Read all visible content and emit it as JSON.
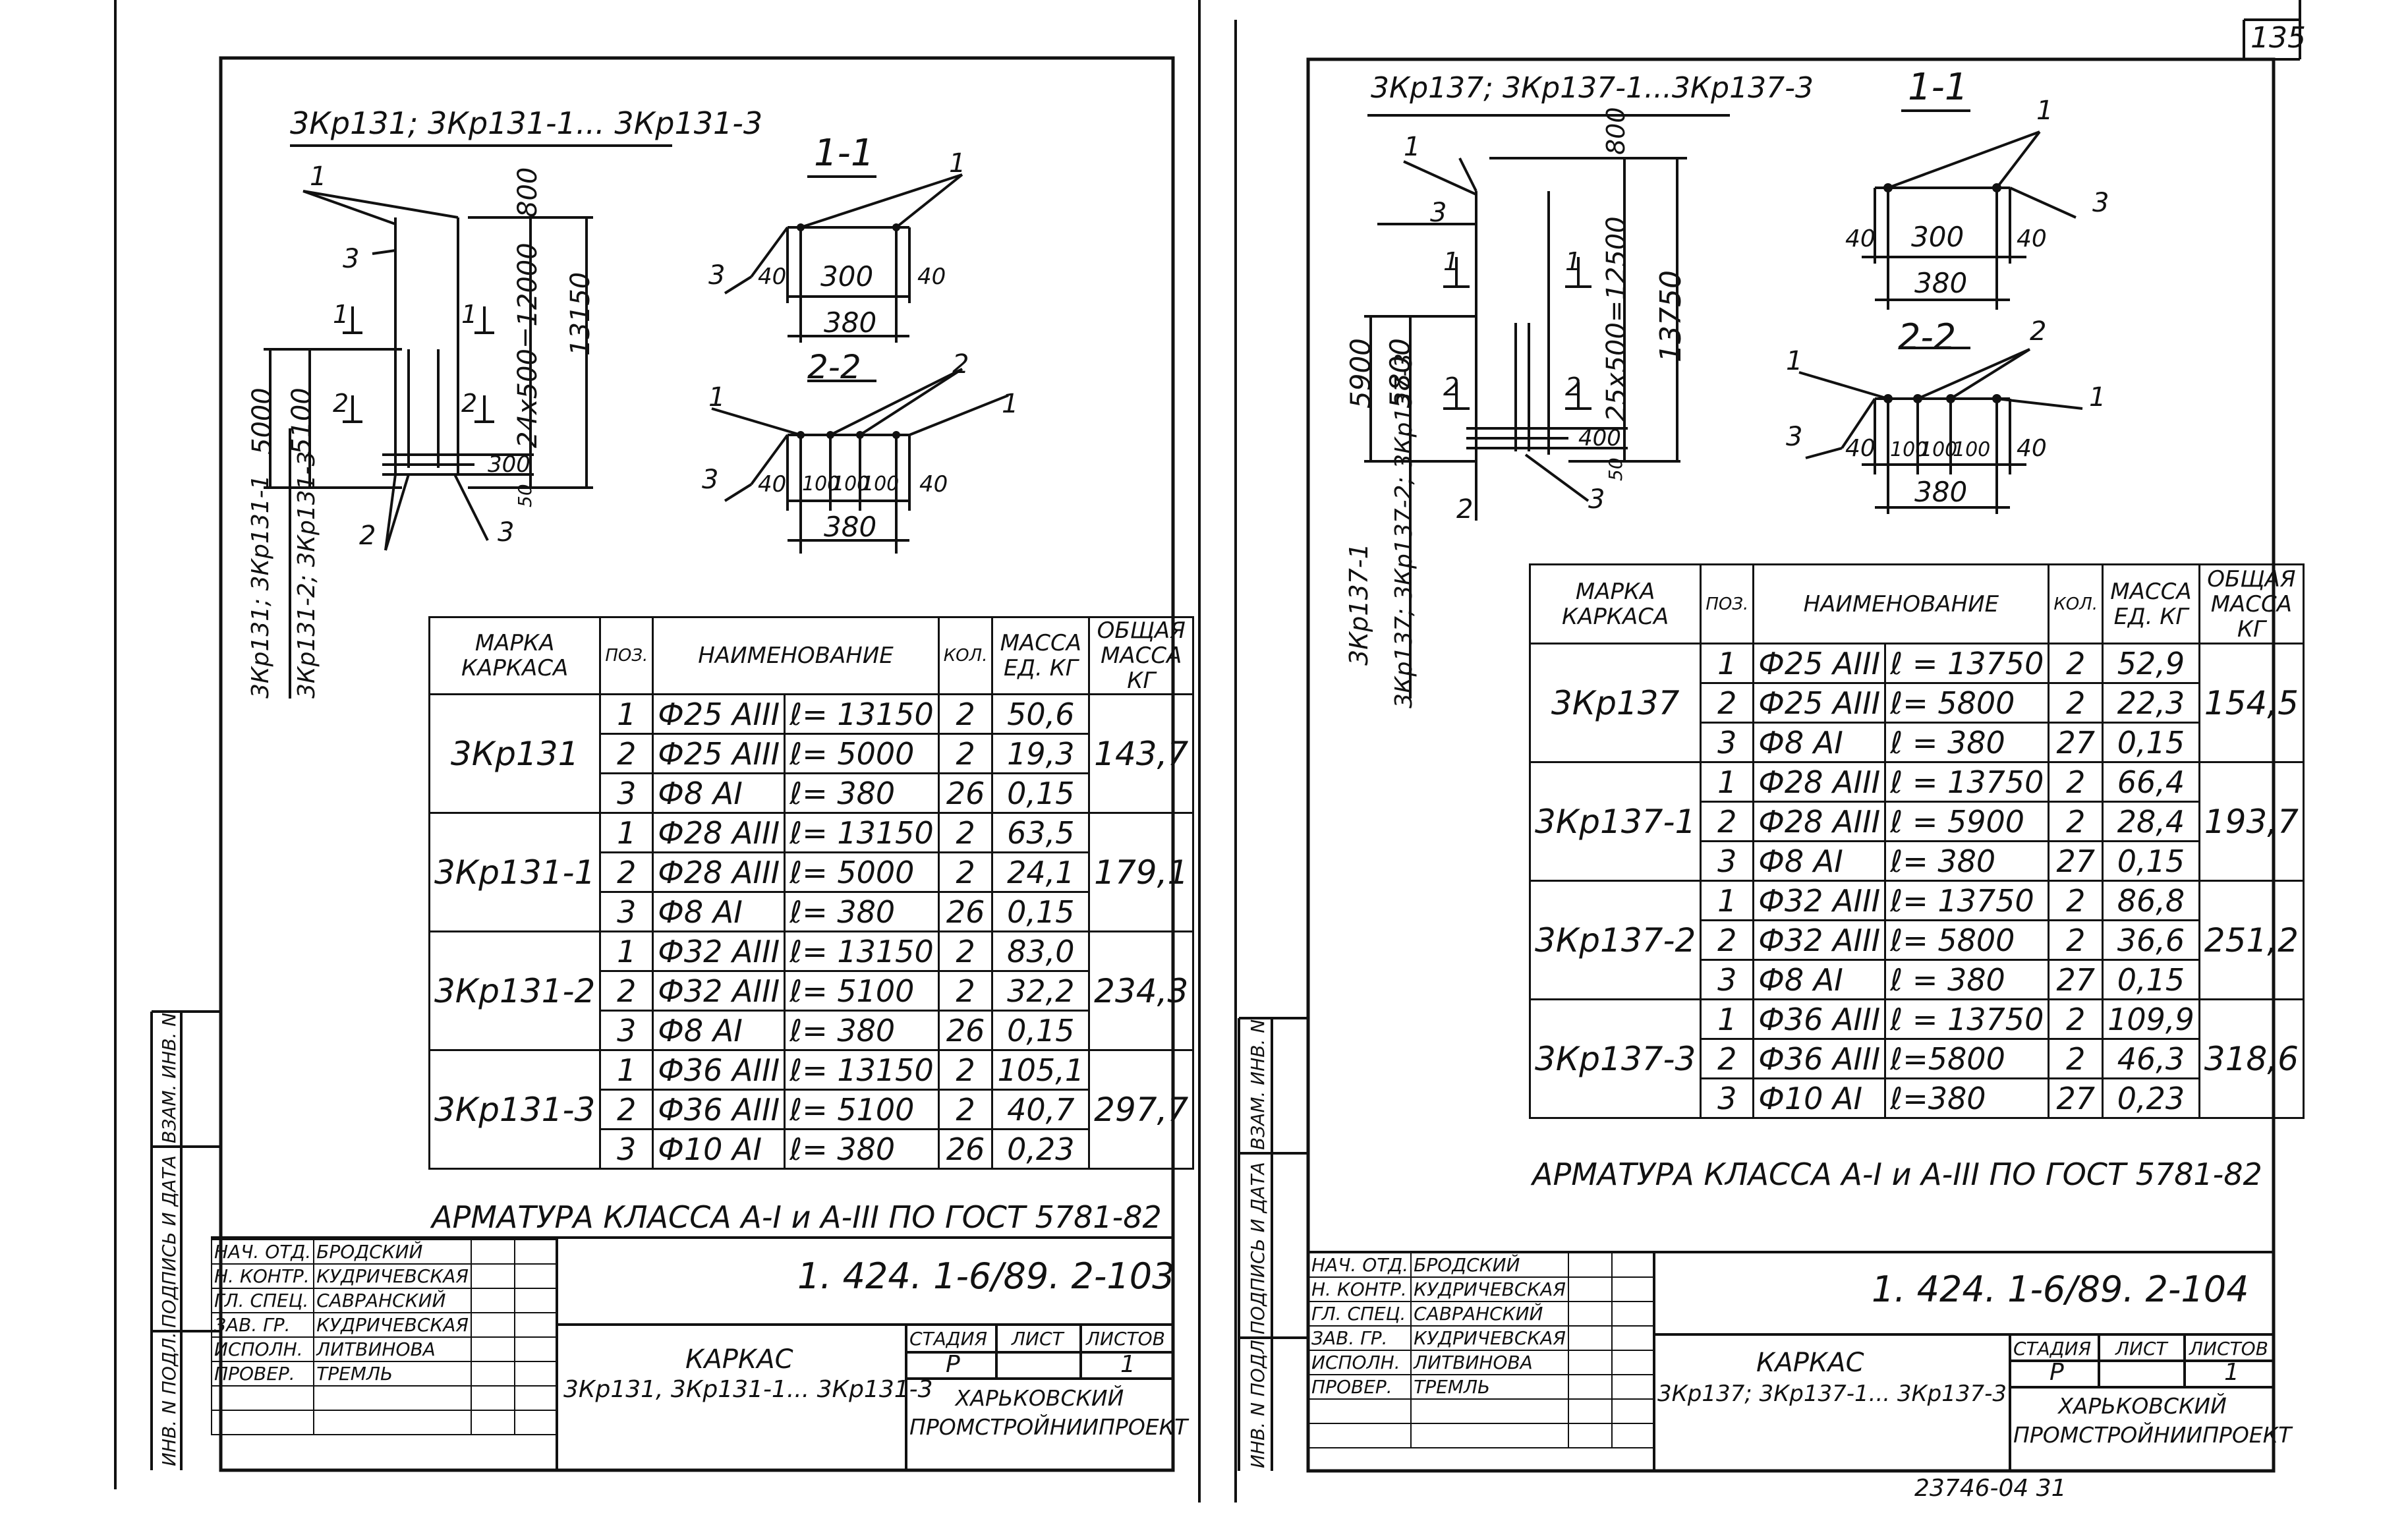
{
  "page_number": "135",
  "footer": "23746-04   31",
  "left": {
    "title": "3Кр131; 3Кр131-1... 3Кр131-3",
    "side_caption_a": "3Кр131; 3Кр131-1",
    "side_caption_b": "3Кр131-2; 3Кр131-3",
    "dims": {
      "d800": "800",
      "d24x500": "24х500=12000",
      "d13150": "13150",
      "d5000": "5000",
      "d5100": "5100",
      "d300": "300",
      "d50": "50"
    },
    "section_1": {
      "title": "1-1",
      "d40a": "40",
      "d300": "300",
      "d40b": "40",
      "d380": "380"
    },
    "section_2": {
      "title": "2-2",
      "d40a": "40",
      "d100a": "100",
      "d100b": "100",
      "d100c": "100",
      "d40b": "40",
      "d380": "380"
    },
    "marks": {
      "m1": "1",
      "m2": "2",
      "m3": "3"
    },
    "table_headers": {
      "mark": "МАРКА КАРКАСА",
      "pos": "ПОЗ.",
      "name": "НАИМЕНОВАНИЕ",
      "qty": "КОЛ.",
      "unit_mass": "МАССА ЕД. КГ",
      "total_mass": "ОБЩАЯ МАССА КГ"
    },
    "groups": [
      {
        "mark": "3Кр131",
        "total": "143,7",
        "rows": [
          {
            "pos": "1",
            "dia": "Ф25 АIII",
            "len": "ℓ= 13150",
            "qty": "2",
            "mass": "50,6"
          },
          {
            "pos": "2",
            "dia": "Ф25 АIII",
            "len": "ℓ= 5000",
            "qty": "2",
            "mass": "19,3"
          },
          {
            "pos": "3",
            "dia": "Ф8 АI",
            "len": "ℓ= 380",
            "qty": "26",
            "mass": "0,15"
          }
        ]
      },
      {
        "mark": "3Кр131-1",
        "total": "179,1",
        "rows": [
          {
            "pos": "1",
            "dia": "Ф28 АIII",
            "len": "ℓ= 13150",
            "qty": "2",
            "mass": "63,5"
          },
          {
            "pos": "2",
            "dia": "Ф28 АIII",
            "len": "ℓ= 5000",
            "qty": "2",
            "mass": "24,1"
          },
          {
            "pos": "3",
            "dia": "Ф8 АI",
            "len": "ℓ= 380",
            "qty": "26",
            "mass": "0,15"
          }
        ]
      },
      {
        "mark": "3Кр131-2",
        "total": "234,3",
        "rows": [
          {
            "pos": "1",
            "dia": "Ф32 АIII",
            "len": "ℓ= 13150",
            "qty": "2",
            "mass": "83,0"
          },
          {
            "pos": "2",
            "dia": "Ф32 АIII",
            "len": "ℓ= 5100",
            "qty": "2",
            "mass": "32,2"
          },
          {
            "pos": "3",
            "dia": "Ф8 АI",
            "len": "ℓ= 380",
            "qty": "26",
            "mass": "0,15"
          }
        ]
      },
      {
        "mark": "3Кр131-3",
        "total": "297,7",
        "rows": [
          {
            "pos": "1",
            "dia": "Ф36 АIII",
            "len": "ℓ= 13150",
            "qty": "2",
            "mass": "105,1"
          },
          {
            "pos": "2",
            "dia": "Ф36 АIII",
            "len": "ℓ= 5100",
            "qty": "2",
            "mass": "40,7"
          },
          {
            "pos": "3",
            "dia": "Ф10 АI",
            "len": "ℓ= 380",
            "qty": "26",
            "mass": "0,23"
          }
        ]
      }
    ],
    "note": "АРМАТУРА КЛАССА А-I и А-III ПО ГОСТ 5781-82",
    "doc_code": "1. 424. 1-6/89. 2-103",
    "product": "КАРКАС",
    "product_marks": "3Кр131, 3Кр131-1... 3Кр131-3",
    "stage_label": "СТАДИЯ",
    "sheet_label": "ЛИСТ",
    "sheets_label": "ЛИСТОВ",
    "stage": "Р",
    "sheets": "1",
    "org": "ХАРЬКОВСКИЙ ПРОМСТРОЙНИИПРОЕКТ"
  },
  "right": {
    "title": "3Кр137; 3Кр137-1...3Кр137-3",
    "side_caption_a": "3Кр137-1",
    "side_caption_b": "3Кр137; 3Кр137-2; 3Кр137-3",
    "dims": {
      "d800": "800",
      "d25x500": "25х500=12500",
      "d13750": "13750",
      "d5900": "5900",
      "d5800": "5800",
      "d400": "400",
      "d50": "50"
    },
    "section_1": {
      "title": "1-1",
      "d40a": "40",
      "d300": "300",
      "d40b": "40",
      "d380": "380"
    },
    "section_2": {
      "title": "2-2",
      "d40a": "40",
      "d100a": "100",
      "d100b": "100",
      "d100c": "100",
      "d40b": "40",
      "d380": "380"
    },
    "marks": {
      "m1": "1",
      "m2": "2",
      "m3": "3"
    },
    "table_headers": {
      "mark": "МАРКА КАРКАСА",
      "pos": "ПОЗ.",
      "name": "НАИМЕНОВАНИЕ",
      "qty": "КОЛ.",
      "unit_mass": "МАССА ЕД. КГ",
      "total_mass": "ОБЩАЯ МАССА КГ"
    },
    "groups": [
      {
        "mark": "3Кр137",
        "total": "154,5",
        "rows": [
          {
            "pos": "1",
            "dia": "Ф25 АIII",
            "len": "ℓ = 13750",
            "qty": "2",
            "mass": "52,9"
          },
          {
            "pos": "2",
            "dia": "Ф25 АIII",
            "len": "ℓ= 5800",
            "qty": "2",
            "mass": "22,3"
          },
          {
            "pos": "3",
            "dia": "Ф8 АI",
            "len": "ℓ = 380",
            "qty": "27",
            "mass": "0,15"
          }
        ]
      },
      {
        "mark": "3Кр137-1",
        "total": "193,7",
        "rows": [
          {
            "pos": "1",
            "dia": "Ф28 АIII",
            "len": "ℓ = 13750",
            "qty": "2",
            "mass": "66,4"
          },
          {
            "pos": "2",
            "dia": "Ф28 АIII",
            "len": "ℓ = 5900",
            "qty": "2",
            "mass": "28,4"
          },
          {
            "pos": "3",
            "dia": "Ф8 АI",
            "len": "ℓ= 380",
            "qty": "27",
            "mass": "0,15"
          }
        ]
      },
      {
        "mark": "3Кр137-2",
        "total": "251,2",
        "rows": [
          {
            "pos": "1",
            "dia": "Ф32 АIII",
            "len": "ℓ= 13750",
            "qty": "2",
            "mass": "86,8"
          },
          {
            "pos": "2",
            "dia": "Ф32 АIII",
            "len": "ℓ= 5800",
            "qty": "2",
            "mass": "36,6"
          },
          {
            "pos": "3",
            "dia": "Ф8 АI",
            "len": "ℓ = 380",
            "qty": "27",
            "mass": "0,15"
          }
        ]
      },
      {
        "mark": "3Кр137-3",
        "total": "318,6",
        "rows": [
          {
            "pos": "1",
            "dia": "Ф36 АIII",
            "len": "ℓ = 13750",
            "qty": "2",
            "mass": "109,9"
          },
          {
            "pos": "2",
            "dia": "Ф36 АIII",
            "len": "ℓ=5800",
            "qty": "2",
            "mass": "46,3"
          },
          {
            "pos": "3",
            "dia": "Ф10 АI",
            "len": "ℓ=380",
            "qty": "27",
            "mass": "0,23"
          }
        ]
      }
    ],
    "note": "АРМАТУРА КЛАССА А-I и А-III ПО ГОСТ 5781-82",
    "doc_code": "1. 424. 1-6/89. 2-104",
    "product": "КАРКАС",
    "product_marks": "3Кр137; 3Кр137-1... 3Кр137-3",
    "stage_label": "СТАДИЯ",
    "sheet_label": "ЛИСТ",
    "sheets_label": "ЛИСТОВ",
    "stage": "Р",
    "sheets": "1",
    "org": "ХАРЬКОВСКИЙ ПРОМСТРОЙНИИПРОЕКТ"
  },
  "side_fields": {
    "inv_zam": "ВЗАМ. ИНВ. N",
    "sign_date": "ПОДПИСЬ И ДАТА",
    "inv_podl": "ИНВ. N ПОДЛ."
  },
  "signatures": [
    {
      "role": "НАЧ. ОТД.",
      "name": "БРОДСКИЙ"
    },
    {
      "role": "Н. КОНТР.",
      "name": "КУДРИЧЕВСКАЯ"
    },
    {
      "role": "ГЛ. СПЕЦ.",
      "name": "САВРАНСКИЙ"
    },
    {
      "role": "ЗАВ. ГР.",
      "name": "КУДРИЧЕВСКАЯ"
    },
    {
      "role": "ИСПОЛН.",
      "name": "ЛИТВИНОВА"
    },
    {
      "role": "ПРОВЕР.",
      "name": "ТРЕМЛЬ"
    }
  ]
}
